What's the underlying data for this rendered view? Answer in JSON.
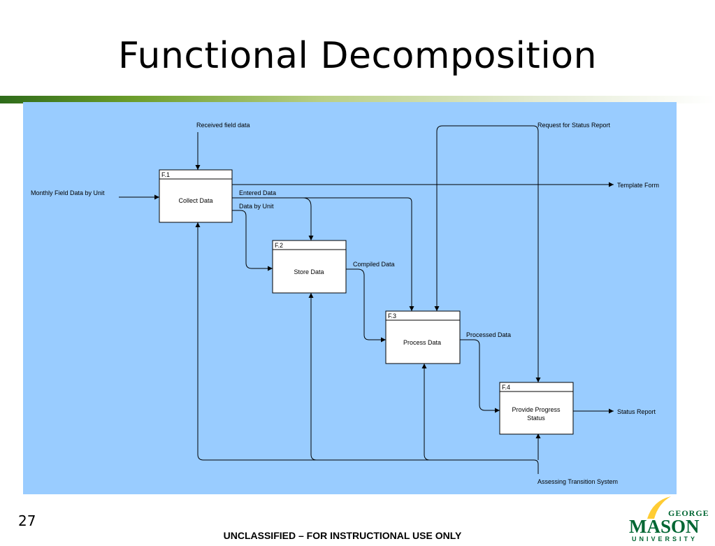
{
  "slide": {
    "title": "Functional Decomposition",
    "page_number": "27",
    "footer": "UNCLASSIFIED – FOR INSTRUCTIONAL USE ONLY"
  },
  "logo": {
    "line1": "GEORGE",
    "line2": "MASON",
    "line3": "UNIVERSITY"
  },
  "diagram": {
    "boxes": [
      {
        "id": "F.1",
        "label": "Collect Data"
      },
      {
        "id": "F.2",
        "label": "Store Data"
      },
      {
        "id": "F.3",
        "label": "Process Data"
      },
      {
        "id": "F.4",
        "label_line1": "Provide Progress",
        "label_line2": "Status"
      }
    ],
    "flows": {
      "received_field_data": "Received field data",
      "monthly_field_data": "Monthly Field Data by Unit",
      "template_form": "Template Form",
      "entered_data": "Entered Data",
      "data_by_unit": "Data by Unit",
      "compiled_data": "Compiled Data",
      "processed_data": "Processed Data",
      "request_status_report": "Request for Status Report",
      "status_report": "Status Report",
      "assessing_transition": "Assessing Transition System"
    }
  },
  "colors": {
    "diagram_background": "#99ccff",
    "logo_green": "#006633",
    "logo_gold": "#ffcc33"
  }
}
